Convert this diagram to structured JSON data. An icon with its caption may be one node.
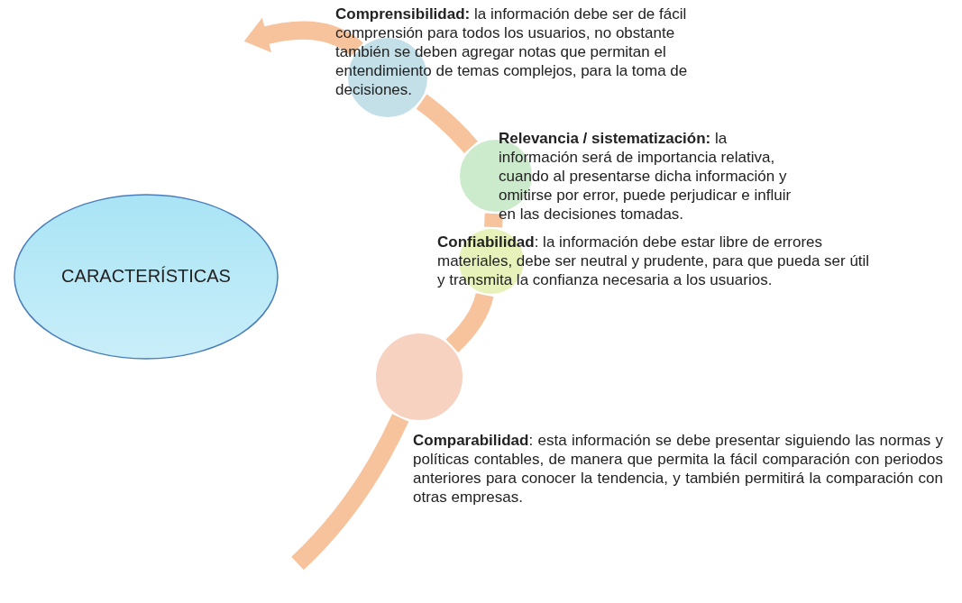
{
  "diagram": {
    "nodes": [
      {
        "text": [
          "CARACTERÍSTICAS"
        ]
      },
      {
        "text": [
          "**Comprensibilidad:** la información debe ser de fácil comprensión para todos los usuarios, no obstante también se deben agregar notas que permitan el entendimiento de temas complejos, para la toma de decisiones."
        ]
      },
      {
        "text": [
          "**Relevancia / sistematización:** la información será de importancia relativa, cuando al presentarse dicha información y omitirse por error, puede perjudicar e influir en las decisiones tomadas."
        ]
      },
      {
        "text": [
          "**Confiabilidad**: la información debe estar libre de errores materiales, debe ser neutral y prudente, para que pueda ser útil y transmita la confianza necesaria a los usuarios."
        ]
      },
      {
        "text": [
          "**Comparabilidad**: esta información se debe presentar siguiendo las normas y políticas contables, de manera que permita la fácil comparación con periodos anteriores para conocer la tendencia, y también permitirá la comparación con otras empresas."
        ]
      }
    ],
    "edges": [
      {
        "from": 4,
        "to": 3,
        "arrow": "none"
      },
      {
        "from": 3,
        "to": 2,
        "arrow": "none"
      },
      {
        "from": 2,
        "to": 1,
        "arrow": "none"
      },
      {
        "from": 1,
        "to": null,
        "arrow": "to"
      },
      {
        "from": null,
        "to": 4,
        "arrow": "none"
      }
    ]
  }
}
